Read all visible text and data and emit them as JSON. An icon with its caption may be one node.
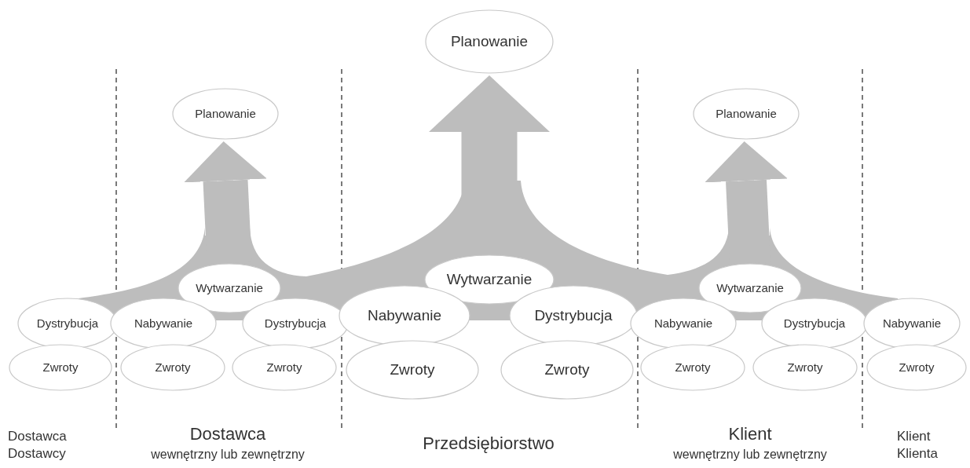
{
  "diagram": {
    "nodes": [
      {
        "text": [
          "Dystrybucja"
        ]
      },
      {
        "text": [
          "Zwroty"
        ]
      },
      {
        "text": [
          "Planowanie"
        ]
      },
      {
        "text": [
          "Wytwarzanie"
        ]
      },
      {
        "text": [
          "Nabywanie"
        ]
      },
      {
        "text": [
          "Dystrybucja"
        ]
      },
      {
        "text": [
          "Zwroty"
        ]
      },
      {
        "text": [
          "Zwroty"
        ]
      },
      {
        "text": [
          "Planowanie"
        ]
      },
      {
        "text": [
          "Wytwarzanie"
        ]
      },
      {
        "text": [
          "Nabywanie"
        ]
      },
      {
        "text": [
          "Dystrybucja"
        ]
      },
      {
        "text": [
          "Zwroty"
        ]
      },
      {
        "text": [
          "Zwroty"
        ]
      },
      {
        "text": [
          "Planowanie"
        ]
      },
      {
        "text": [
          "Wytwarzanie"
        ]
      },
      {
        "text": [
          "Nabywanie"
        ]
      },
      {
        "text": [
          "Dystrybucja"
        ]
      },
      {
        "text": [
          "Zwroty"
        ]
      },
      {
        "text": [
          "Zwroty"
        ]
      },
      {
        "text": [
          "Nabywanie"
        ]
      },
      {
        "text": [
          "Zwroty"
        ]
      }
    ],
    "edges": [
      {
        "from": 3,
        "to": 2,
        "arrow": "to"
      },
      {
        "from": 9,
        "to": 8,
        "arrow": "to"
      },
      {
        "from": 15,
        "to": 14,
        "arrow": "to"
      }
    ],
    "labels": [
      "Dostawca Dostawcy",
      "Dostawca",
      "wewnętrzny lub zewnętrzny",
      "Przedsiębiorstwo",
      "Klient",
      "wewnętrzny lub zewnętrzny",
      "Klient Klienta"
    ]
  }
}
